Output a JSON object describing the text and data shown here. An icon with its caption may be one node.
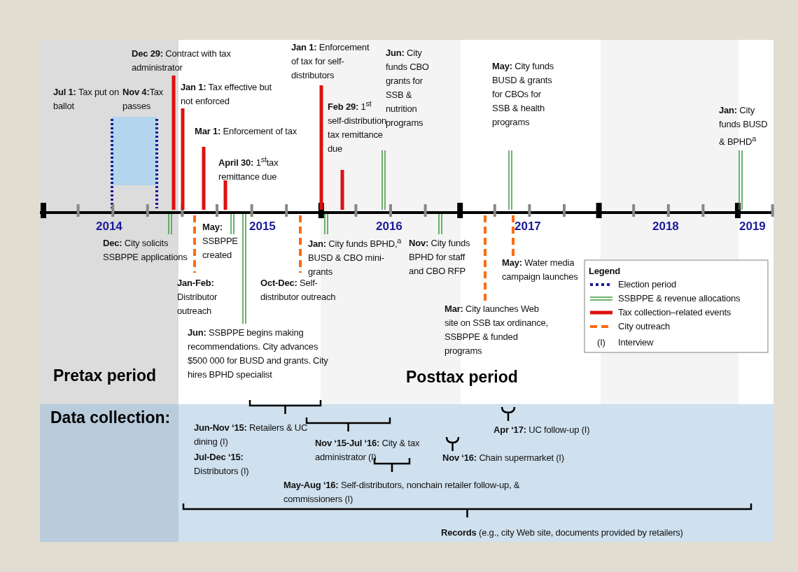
{
  "diagram": {
    "labels": [
      "**Dec 29:** Contract with tax administrator",
      "**Jul 1:** Tax put on ballot",
      "**Nov 4:**Tax passes",
      "**Jan 1:** Tax effective but not enforced",
      "**Mar 1:** Enforcement of tax",
      "**April 30:** 1$^{st}$tax remittance due",
      "**Jan 1:** Enforcement of tax for self-distributors",
      "**Feb 29:** 1$^{st}$ self-distribution tax remittance due",
      "**Jun:** City funds CBO grants for SSB & nutrition programs",
      "**May:** City funds BUSD & grants for CBOs for SSB & health programs",
      "**Jan:** City funds BUSD & BPHD$^{a}$",
      "2014",
      "2015",
      "2016",
      "2017",
      "2018",
      "2019",
      "**Dec:** City solicits SSBPPE applications",
      "**May:** SSBPPE created",
      "**Jan-Feb:** Distributor outreach",
      "**Oct-Dec:** Self-distributor outreach",
      "**Jan:** City funds BPHD,$^{a}$ BUSD & CBO mini-grants",
      "**Nov:** City funds BPHD for staff and CBO RFP",
      "**May:** Water media campaign launches",
      "**Mar:** City launches Web site on SSB tax ordinance, SSBPPE & funded programs",
      "**Jun:** SSBPPE begins making recommendations. City advances $500 000 for BUSD and grants. City hires BPHD specialist",
      "Pretax period",
      "Posttax period",
      "Data collection:",
      "**Jun-Nov ‘15:** Retailers & UC dining (I)",
      "**Jul-Dec ‘15:** Distributors (I)",
      "**Nov ‘15-Jul ‘16:** City & tax administrator (I)",
      "**May-Aug ‘16:** Self-distributors, nonchain retailer follow-up, & commissioners (I)",
      "**Apr ‘17:** UC follow-up (I)",
      "**Nov ‘16:** Chain supermarket (I)",
      "**Records** (e.g., city Web site, documents provided by retailers)",
      "Legend",
      "(I)"
    ],
    "legend": [
      {
        "text": "Election period"
      },
      {
        "text": "SSBPPE & revenue allocations"
      },
      {
        "text": "Tax collection–related events"
      },
      {
        "text": "City outreach"
      },
      {
        "text": "Interview"
      }
    ]
  }
}
